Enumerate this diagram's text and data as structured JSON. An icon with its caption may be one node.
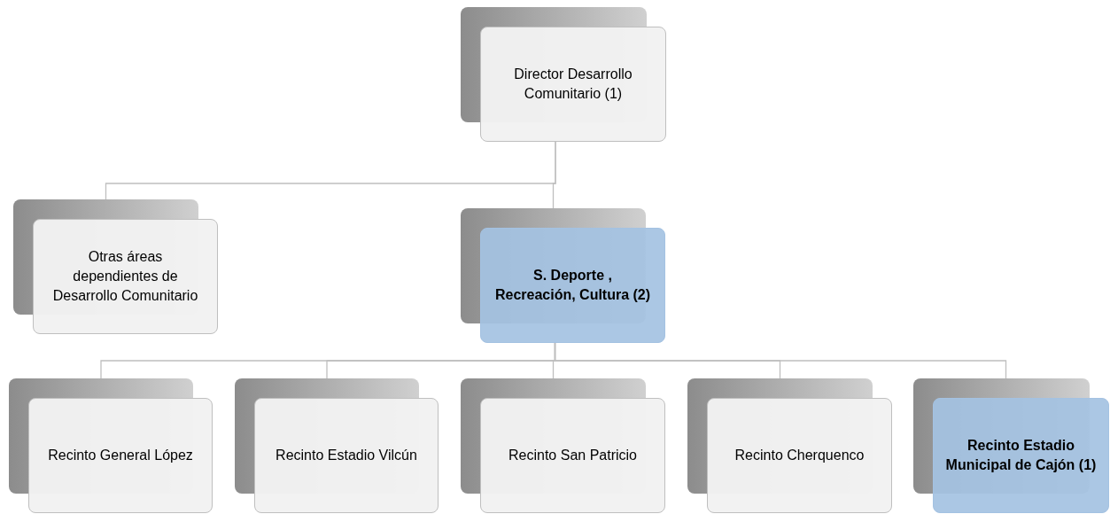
{
  "diagram": {
    "nodes": [
      {
        "text": [
          "Director Desarrollo Comunitario (1)"
        ]
      },
      {
        "text": [
          "Otras áreas dependientes de Desarrollo Comunitario"
        ]
      },
      {
        "text": [
          "S. Deporte , Recreación, Cultura (2)"
        ]
      },
      {
        "text": [
          "Recinto General López"
        ]
      },
      {
        "text": [
          "Recinto Estadio Vilcún"
        ]
      },
      {
        "text": [
          "Recinto San Patricio"
        ]
      },
      {
        "text": [
          "Recinto Cherquenco"
        ]
      },
      {
        "text": [
          "Recinto Estadio Municipal de Cajón (1)"
        ]
      }
    ],
    "edges": [
      {
        "from": 0,
        "to": 1,
        "arrow": "none"
      },
      {
        "from": 0,
        "to": 2,
        "arrow": "none"
      },
      {
        "from": 2,
        "to": 3,
        "arrow": "none"
      },
      {
        "from": 2,
        "to": 4,
        "arrow": "none"
      },
      {
        "from": 2,
        "to": 5,
        "arrow": "none"
      },
      {
        "from": 2,
        "to": 6,
        "arrow": "none"
      },
      {
        "from": 2,
        "to": 7,
        "arrow": "none"
      }
    ]
  }
}
